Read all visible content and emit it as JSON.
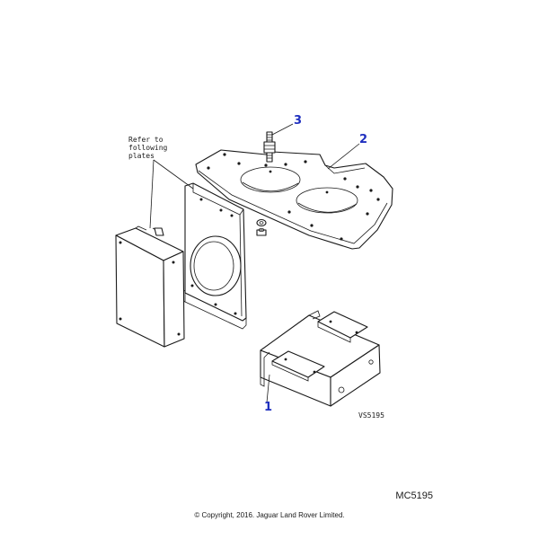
{
  "diagram": {
    "callouts": {
      "c1": "1",
      "c2": "2",
      "c3": "3"
    },
    "note": {
      "line1": "Refer to",
      "line2": "following",
      "line3": "plates"
    },
    "drawing_ref": "VS5195",
    "callout_color": "#1f2fbf"
  },
  "footer": {
    "plate_id": "MC5195",
    "copyright": "© Copyright, 2016. Jaguar Land Rover Limited."
  }
}
